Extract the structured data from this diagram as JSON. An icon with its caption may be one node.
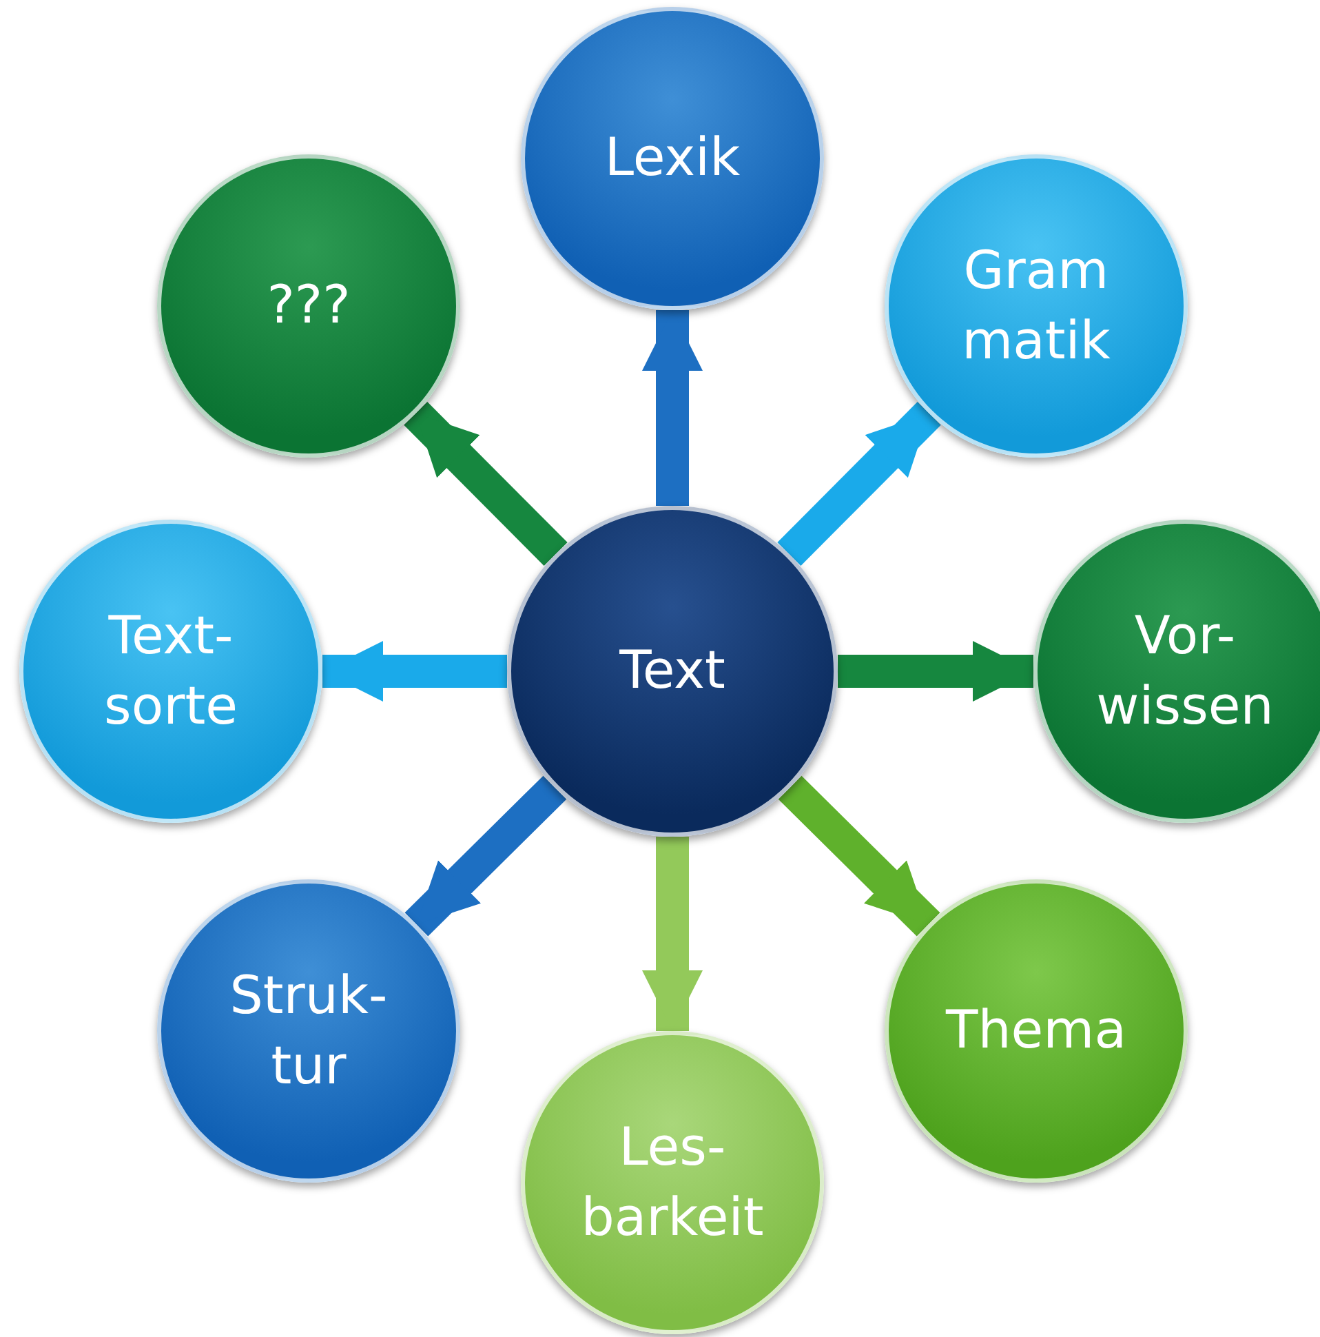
{
  "diagram": {
    "nodes": [
      {
        "text": [
          "Text"
        ]
      },
      {
        "text": [
          "Lexik"
        ]
      },
      {
        "text": [
          "Gram matik"
        ]
      },
      {
        "text": [
          "Vor- wissen"
        ]
      },
      {
        "text": [
          "Thema"
        ]
      },
      {
        "text": [
          "Les- barkeit"
        ]
      },
      {
        "text": [
          "Struk- tur"
        ]
      },
      {
        "text": [
          "Text- sorte"
        ]
      },
      {
        "text": [
          "???"
        ]
      }
    ],
    "edges": [
      {
        "from": 0,
        "to": 1,
        "arrow": "to",
        "color": "#1d6fc2"
      },
      {
        "from": 0,
        "to": 2,
        "arrow": "to",
        "color": "#1aaaea"
      },
      {
        "from": 0,
        "to": 3,
        "arrow": "to",
        "color": "#16873f"
      },
      {
        "from": 0,
        "to": 4,
        "arrow": "to",
        "color": "#5fb12c"
      },
      {
        "from": 0,
        "to": 5,
        "arrow": "to",
        "color": "#93c95a"
      },
      {
        "from": 0,
        "to": 6,
        "arrow": "to",
        "color": "#1d6fc2"
      },
      {
        "from": 0,
        "to": 7,
        "arrow": "to",
        "color": "#1aaaea"
      },
      {
        "from": 0,
        "to": 8,
        "arrow": "to",
        "color": "#16873f"
      }
    ]
  }
}
